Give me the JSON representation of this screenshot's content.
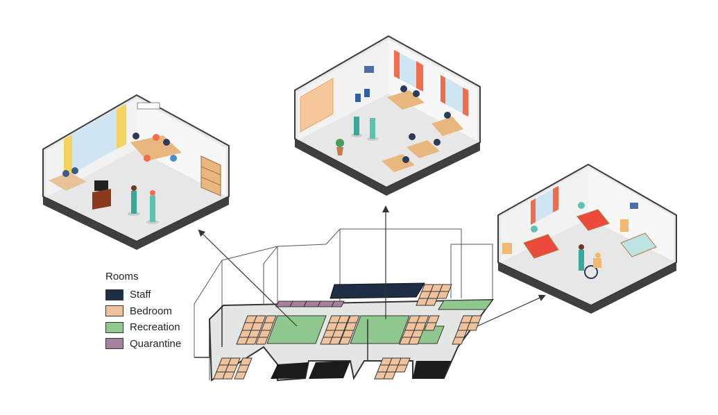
{
  "legend": {
    "title": "Rooms",
    "items": [
      {
        "label": "Staff",
        "color": "#1f2d45"
      },
      {
        "label": "Bedroom",
        "color": "#eec39e"
      },
      {
        "label": "Recreation",
        "color": "#8fc88f"
      },
      {
        "label": "Quarantine",
        "color": "#a6819c"
      }
    ]
  },
  "colors": {
    "floor": "#e6e6e6",
    "wall": "#f2f2f2",
    "outline": "#3a3a3a",
    "accent_curtain": "#f26b4a",
    "accent_window": "#cfe6f2"
  },
  "scenes": [
    {
      "name": "recreation-room-scene",
      "icon": "recreation-room-illustration"
    },
    {
      "name": "staff-room-scene",
      "icon": "staff-office-illustration"
    },
    {
      "name": "bedroom-scene",
      "icon": "bedroom-ward-illustration"
    }
  ]
}
